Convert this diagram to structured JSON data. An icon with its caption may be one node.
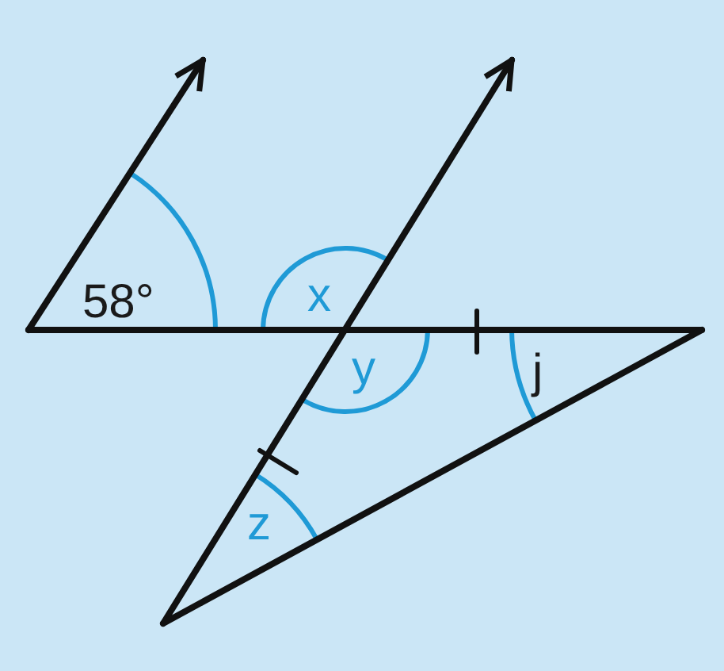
{
  "diagram": {
    "labels": [
      "58°",
      "x",
      "y",
      "j",
      "z"
    ]
  }
}
